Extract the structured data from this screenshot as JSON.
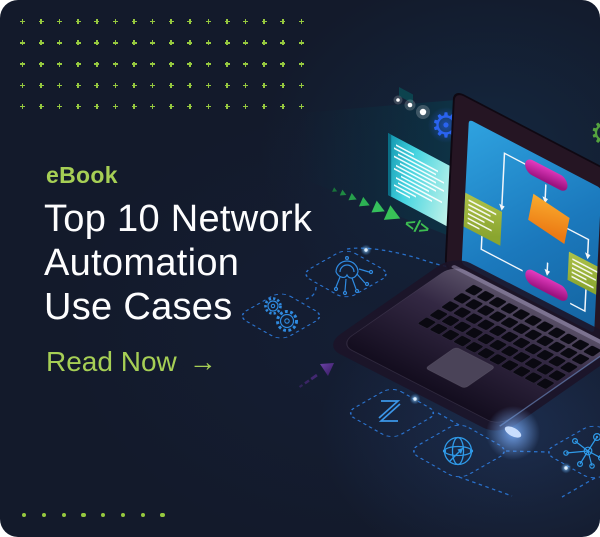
{
  "banner": {
    "eyebrow": "eBook",
    "title_lines": [
      "Top 10 Network",
      "Automation",
      "Use Cases"
    ],
    "cta_label": "Read Now",
    "cta_arrow": "→"
  },
  "illustration": {
    "code_glyph": "</>",
    "gear_glyph": "⚙"
  },
  "colors": {
    "background_navy": "#131a2b",
    "accent_green": "#a6cf55",
    "dot_green": "#96c93f",
    "title_white": "#fdfdfe",
    "screen_blue": "#1f87c9",
    "flow_magenta": "#cd2fa6",
    "flow_orange": "#f49a2a",
    "flow_olive": "#9db53c",
    "icon_blue": "#2f8ae0",
    "code_panel_teal": "#45d4e0",
    "purple_arrow": "#5b2f8a"
  },
  "decor": {
    "plus_grid": {
      "rows": 5,
      "cols": 16
    },
    "dot_row": {
      "count": 8
    }
  }
}
